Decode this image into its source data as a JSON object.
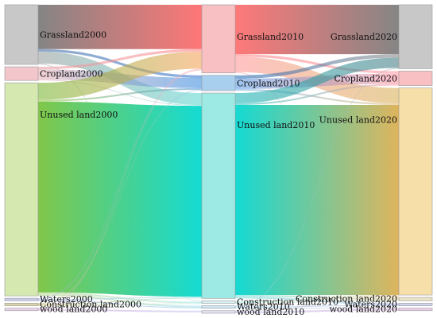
{
  "chart_data": {
    "type": "sankey",
    "stages": [
      "2000",
      "2010",
      "2020"
    ],
    "nodes": [
      {
        "id": "g00",
        "stage": 0,
        "label": "Grassland2000",
        "value": 70,
        "color": "#c8c8c8"
      },
      {
        "id": "c00",
        "stage": 0,
        "label": "Cropland2000",
        "value": 16,
        "color": "#f2c6cb"
      },
      {
        "id": "u00",
        "stage": 0,
        "label": "Unused land2000",
        "value": 250,
        "color": "#d4e8b0"
      },
      {
        "id": "w00",
        "stage": 0,
        "label": "Waters2000",
        "value": 3,
        "color": "#c9ccef"
      },
      {
        "id": "k00",
        "stage": 0,
        "label": "Construction land2000",
        "value": 3,
        "color": "#d9d2a8"
      },
      {
        "id": "l00",
        "stage": 0,
        "label": "wood land2000",
        "value": 3,
        "color": "#e9d3ec"
      },
      {
        "id": "g10",
        "stage": 1,
        "label": "Grassland2010",
        "value": 80,
        "color": "#f9c0c4"
      },
      {
        "id": "c10",
        "stage": 1,
        "label": "Cropland2010",
        "value": 18,
        "color": "#a9cfee"
      },
      {
        "id": "u10",
        "stage": 1,
        "label": "Unused land2010",
        "value": 241,
        "color": "#9deae4"
      },
      {
        "id": "k10",
        "stage": 1,
        "label": "Construction land2010",
        "value": 3,
        "color": "#d7f2f0"
      },
      {
        "id": "w10",
        "stage": 1,
        "label": "Waters2010",
        "value": 3,
        "color": "#cfe7f3"
      },
      {
        "id": "l10",
        "stage": 1,
        "label": "wood land2010",
        "value": 3,
        "color": "#e2e2f5"
      },
      {
        "id": "g20",
        "stage": 2,
        "label": "Grassland2020",
        "value": 75,
        "color": "#c8c8c8"
      },
      {
        "id": "c20",
        "stage": 2,
        "label": "Cropland2020",
        "value": 17,
        "color": "#f9c0c4"
      },
      {
        "id": "u20",
        "stage": 2,
        "label": "Unused land2020",
        "value": 243,
        "color": "#f6dfa9"
      },
      {
        "id": "k20",
        "stage": 2,
        "label": "Construction land2020",
        "value": 4,
        "color": "#e8e3c4"
      },
      {
        "id": "w20",
        "stage": 2,
        "label": "Waters2020",
        "value": 3,
        "color": "#cfd3ee"
      },
      {
        "id": "l20",
        "stage": 2,
        "label": "wood land2020",
        "value": 3,
        "color": "#e8d0ea"
      }
    ],
    "links": [
      {
        "source": "g00",
        "target": "g10",
        "value": 52,
        "from_color": "#7a7a7a",
        "to_color": "#ff6b6b"
      },
      {
        "source": "g00",
        "target": "c10",
        "value": 3,
        "from_color": "#4a72a8",
        "to_color": "#3a78d0"
      },
      {
        "source": "g00",
        "target": "u10",
        "value": 14,
        "from_color": "#9aa0a0",
        "to_color": "#5fd7d0"
      },
      {
        "source": "g00",
        "target": "k10",
        "value": 1,
        "from_color": "#aaaaaa",
        "to_color": "#bfe7e3"
      },
      {
        "source": "c00",
        "target": "g10",
        "value": 3,
        "from_color": "#e9a0a6",
        "to_color": "#ff8a8a"
      },
      {
        "source": "c00",
        "target": "c10",
        "value": 12,
        "from_color": "#e7b2b8",
        "to_color": "#3e8fe0"
      },
      {
        "source": "c00",
        "target": "u10",
        "value": 1,
        "from_color": "#e7b2b8",
        "to_color": "#8fe0db"
      },
      {
        "source": "u00",
        "target": "g10",
        "value": 20,
        "from_color": "#7ab838",
        "to_color": "#f5a45c"
      },
      {
        "source": "u00",
        "target": "c10",
        "value": 2,
        "from_color": "#9acb4a",
        "to_color": "#5b9ad8"
      },
      {
        "source": "u00",
        "target": "u10",
        "value": 224,
        "from_color": "#76c23a",
        "to_color": "#00d8d0"
      },
      {
        "source": "u00",
        "target": "k10",
        "value": 2,
        "from_color": "#b7d98b",
        "to_color": "#a8e8e2"
      },
      {
        "source": "u00",
        "target": "w10",
        "value": 2,
        "from_color": "#b7d98b",
        "to_color": "#a8dff0"
      },
      {
        "source": "w00",
        "target": "w10",
        "value": 1,
        "from_color": "#8f97e8",
        "to_color": "#8fd0ec"
      },
      {
        "source": "w00",
        "target": "u10",
        "value": 1,
        "from_color": "#a7adef",
        "to_color": "#9ee6e1"
      },
      {
        "source": "w00",
        "target": "g10",
        "value": 1,
        "from_color": "#a7adef",
        "to_color": "#f5b0b5"
      },
      {
        "source": "k00",
        "target": "k10",
        "value": 1,
        "from_color": "#c2b96b",
        "to_color": "#c7ece8"
      },
      {
        "source": "k00",
        "target": "u10",
        "value": 1,
        "from_color": "#c8bd6c",
        "to_color": "#9ee6e1"
      },
      {
        "source": "k00",
        "target": "c10",
        "value": 1,
        "from_color": "#d1c886",
        "to_color": "#8fbfeb"
      },
      {
        "source": "l00",
        "target": "l10",
        "value": 2,
        "from_color": "#d2a8d8",
        "to_color": "#c4c5f0"
      },
      {
        "source": "l00",
        "target": "g10",
        "value": 1,
        "from_color": "#d9b8de",
        "to_color": "#f5b0b5"
      },
      {
        "source": "g10",
        "target": "g20",
        "value": 58,
        "from_color": "#ff6d6d",
        "to_color": "#7b7b7b"
      },
      {
        "source": "g10",
        "target": "c20",
        "value": 3,
        "from_color": "#ff8a8a",
        "to_color": "#ff9aa5"
      },
      {
        "source": "g10",
        "target": "u20",
        "value": 18,
        "from_color": "#ff9a9a",
        "to_color": "#d9b35a"
      },
      {
        "source": "g10",
        "target": "k20",
        "value": 1,
        "from_color": "#ffb3b3",
        "to_color": "#e6dba8"
      },
      {
        "source": "c10",
        "target": "c20",
        "value": 12,
        "from_color": "#5a9de6",
        "to_color": "#ff94a0"
      },
      {
        "source": "c10",
        "target": "g20",
        "value": 4,
        "from_color": "#2f6fb8",
        "to_color": "#8a8a8a"
      },
      {
        "source": "c10",
        "target": "u20",
        "value": 2,
        "from_color": "#7ab2ea",
        "to_color": "#e3c27a"
      },
      {
        "source": "u10",
        "target": "g20",
        "value": 12,
        "from_color": "#1eb9b8",
        "to_color": "#4a7f88"
      },
      {
        "source": "u10",
        "target": "c20",
        "value": 2,
        "from_color": "#35c7c4",
        "to_color": "#ffa3ad"
      },
      {
        "source": "u10",
        "target": "u20",
        "value": 223,
        "from_color": "#00d6cf",
        "to_color": "#dcae4f"
      },
      {
        "source": "u10",
        "target": "k20",
        "value": 2,
        "from_color": "#7fe0da",
        "to_color": "#e0d49d"
      },
      {
        "source": "u10",
        "target": "w20",
        "value": 2,
        "from_color": "#7fe0da",
        "to_color": "#b8bfe9"
      },
      {
        "source": "k10",
        "target": "k20",
        "value": 1,
        "from_color": "#b9e9e5",
        "to_color": "#ddd2a0"
      },
      {
        "source": "k10",
        "target": "u20",
        "value": 2,
        "from_color": "#b9e9e5",
        "to_color": "#eed4a0"
      },
      {
        "source": "w10",
        "target": "w20",
        "value": 1,
        "from_color": "#9fd8ef",
        "to_color": "#a7aeea"
      },
      {
        "source": "w10",
        "target": "g20",
        "value": 1,
        "from_color": "#9fd8ef",
        "to_color": "#b0b0b0"
      },
      {
        "source": "w10",
        "target": "l20",
        "value": 1,
        "from_color": "#9fd8ef",
        "to_color": "#d9b3dc"
      },
      {
        "source": "l10",
        "target": "l20",
        "value": 2,
        "from_color": "#bcbfef",
        "to_color": "#d8acd9"
      },
      {
        "source": "l10",
        "target": "u20",
        "value": 1,
        "from_color": "#c9ccf2",
        "to_color": "#f0d9a8"
      }
    ]
  }
}
